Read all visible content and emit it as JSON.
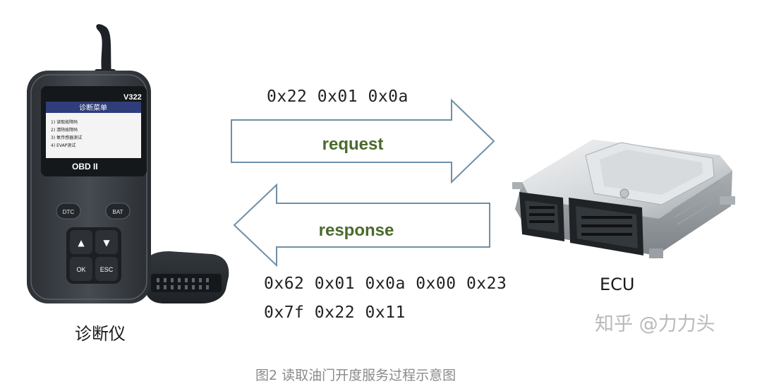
{
  "request": {
    "label": "request",
    "bytes": "0x22 0x01 0x0a"
  },
  "response": {
    "label": "response",
    "bytes_positive": "0x62 0x01 0x0a 0x00 0x23",
    "bytes_negative": "0x7f 0x22 0x11"
  },
  "tool": {
    "label": "诊断仪",
    "model": "V322",
    "screen_title": "诊断菜单",
    "menu_items": [
      "1) 读取故障码",
      "2) 清除故障码",
      "3) 氧传感器测试",
      "4) EVAP测试"
    ],
    "brand": "OBD II",
    "buttons": {
      "dtc": "DTC",
      "bat": "BAT",
      "up": "▲",
      "down": "▼",
      "ok": "OK",
      "esc": "ESC"
    }
  },
  "ecu": {
    "label": "ECU"
  },
  "watermark": "知乎 @力力头",
  "caption": "图2 读取油门开度服务过程示意图",
  "colors": {
    "arrow_stroke": "#6f8fa6",
    "arrow_label": "#4a6a2c",
    "device_body": "#3a3f44"
  }
}
